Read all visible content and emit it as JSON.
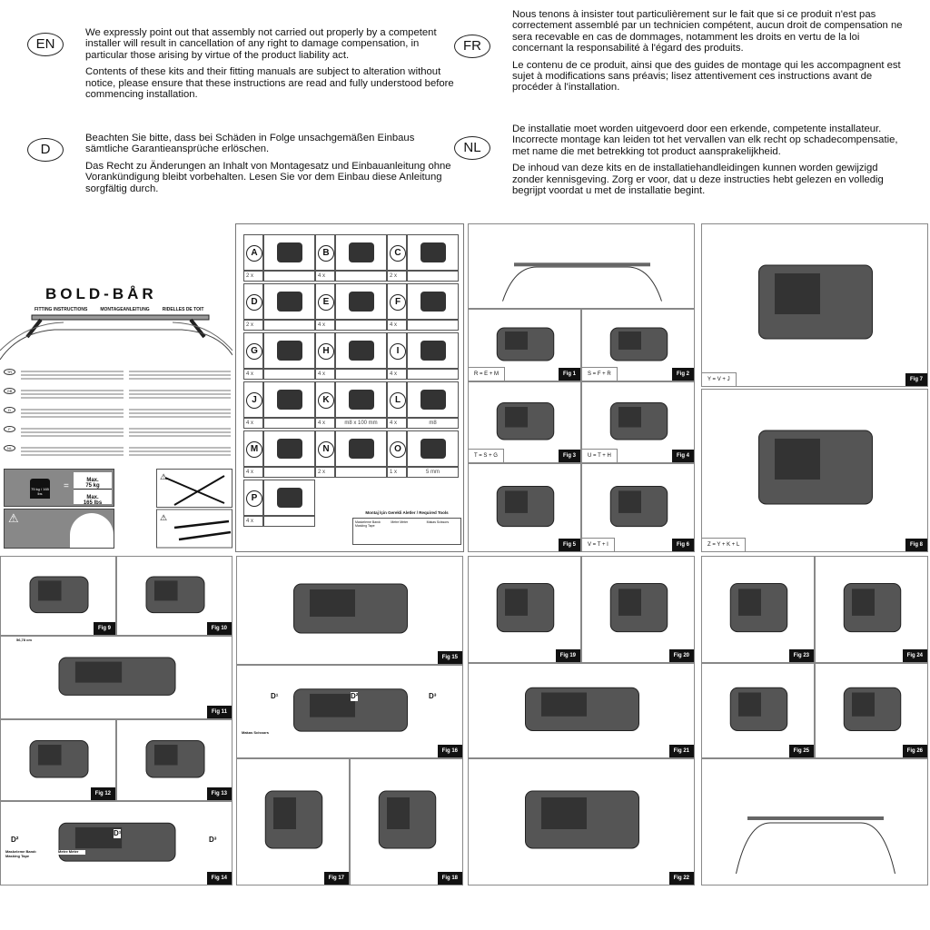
{
  "languages": [
    {
      "code": "EN",
      "paragraphs": [
        "We expressly point out that assembly not carried out properly by a competent installer will result in cancellation of any right to damage compensation, in particular those arising by virtue of the product liability act.",
        "Contents of these kits and their fitting manuals are subject to alteration without notice, please ensure that these instructions are read and fully understood before commencing installation."
      ]
    },
    {
      "code": "FR",
      "paragraphs": [
        "Nous tenons à insister tout particulièrement sur le fait que si ce produit n'est pas correctement assemblé par un technicien compétent, aucun droit de compensation ne sera recevable en cas de dommages, notamment les droits en vertu de la loi concernant la responsabilité à l'égard des produits.",
        "Le contenu de ce produit, ainsi que des guides de montage qui les accompagnent est sujet à modifications sans préavis; lisez attentivement ces instructions avant de procéder à l'installation."
      ]
    },
    {
      "code": "D",
      "paragraphs": [
        "Beachten Sie bitte, dass bei Schäden in Folge unsachgemäßen Einbaus sämtliche Garantieansprüche erlöschen.",
        "Das Recht zu Änderungen an Inhalt von Montagesatz und Einbauanleitung ohne Vorankündigung bleibt vorbehalten. Lesen Sie vor dem Einbau diese Anleitung sorgfältig durch."
      ]
    },
    {
      "code": "NL",
      "paragraphs": [
        "De installatie moet worden uitgevoerd door een erkende, competente installateur. Incorrecte montage kan leiden tot het vervallen van elk recht op schadecompensatie, met name die met betrekking tot product aansprakelijkheid.",
        "De inhoud van deze kits en de installatiehandleidingen kunnen worden gewijzigd zonder kennisgeving. Zorg er voor, dat u deze instructies hebt gelezen en volledig begrijpt voordat u met de installatie begint."
      ]
    }
  ],
  "cover": {
    "brand": "BOLD-BÅR",
    "subtitles": [
      "FITTING INSTRUCTIONS",
      "MONTAGEANLEITUNG",
      "RIDELLES DE TOIT"
    ],
    "small_lang_codes": [
      "TR",
      "GB",
      "D",
      "F",
      "NL"
    ],
    "weight_icon": "75 kg / 165 lbs",
    "max_kg": "Max.\n75 kg",
    "max_lbs": "Max.\n165 lbs",
    "eq": "="
  },
  "parts": [
    {
      "letter": "A",
      "qty": "2 x",
      "spec": ""
    },
    {
      "letter": "B",
      "qty": "4 x",
      "spec": ""
    },
    {
      "letter": "C",
      "qty": "2 x",
      "spec": ""
    },
    {
      "letter": "D",
      "qty": "2 x",
      "spec": ""
    },
    {
      "letter": "E",
      "qty": "4 x",
      "spec": ""
    },
    {
      "letter": "F",
      "qty": "4 x",
      "spec": ""
    },
    {
      "letter": "G",
      "qty": "4 x",
      "spec": ""
    },
    {
      "letter": "H",
      "qty": "4 x",
      "spec": ""
    },
    {
      "letter": "I",
      "qty": "4 x",
      "spec": ""
    },
    {
      "letter": "J",
      "qty": "4 x",
      "spec": ""
    },
    {
      "letter": "K",
      "qty": "4 x",
      "spec": "m8 x 100 mm"
    },
    {
      "letter": "L",
      "qty": "4 x",
      "spec": "m8"
    },
    {
      "letter": "M",
      "qty": "4 x",
      "spec": ""
    },
    {
      "letter": "N",
      "qty": "2 x",
      "spec": ""
    },
    {
      "letter": "O",
      "qty": "1 x",
      "spec": "5 mm"
    },
    {
      "letter": "P",
      "qty": "4 x",
      "spec": ""
    }
  ],
  "tools": {
    "title": "Montaj İçin Gerekli Aletler / Required Tools",
    "items": [
      "Maskeleme Bandı Masking Tape",
      "Metre Meter",
      "Makas Scissors"
    ]
  },
  "figures": [
    {
      "label": "Fig 1",
      "caption": "R = E + M"
    },
    {
      "label": "Fig 2",
      "caption": "S = F + R"
    },
    {
      "label": "Fig 3",
      "caption": "T = S + G"
    },
    {
      "label": "Fig 4",
      "caption": "U = T + H"
    },
    {
      "label": "Fig 5",
      "caption": ""
    },
    {
      "label": "Fig 6",
      "caption": "V = T + I"
    },
    {
      "label": "Fig 7",
      "caption": "Y = V + J"
    },
    {
      "label": "Fig 8",
      "caption": "Z = Y + K + L"
    },
    {
      "label": "Fig 9",
      "caption": ""
    },
    {
      "label": "Fig 10",
      "caption": ""
    },
    {
      "label": "Fig 11",
      "caption": ""
    },
    {
      "label": "Fig 12",
      "caption": ""
    },
    {
      "label": "Fig 13",
      "caption": ""
    },
    {
      "label": "Fig 14",
      "caption": ""
    },
    {
      "label": "Fig 15",
      "caption": ""
    },
    {
      "label": "Fig 16",
      "caption": ""
    },
    {
      "label": "Fig 17",
      "caption": ""
    },
    {
      "label": "Fig 18",
      "caption": ""
    },
    {
      "label": "Fig 19",
      "caption": ""
    },
    {
      "label": "Fig 20",
      "caption": ""
    },
    {
      "label": "Fig 21",
      "caption": ""
    },
    {
      "label": "Fig 22",
      "caption": ""
    },
    {
      "label": "Fig 23",
      "caption": ""
    },
    {
      "label": "Fig 24",
      "caption": ""
    },
    {
      "label": "Fig 25",
      "caption": ""
    },
    {
      "label": "Fig 26",
      "caption": ""
    }
  ],
  "fig11_measure": "56,78 cm",
  "cut_labels": [
    "D¹",
    "D²",
    "D³"
  ],
  "fig14_labels": [
    "D¹",
    "D²",
    "D³"
  ],
  "fig14_tools": [
    "Maskeleme Bandı Masking Tape",
    "Metre Meter"
  ],
  "fig16_tool": "Makas Scissors"
}
